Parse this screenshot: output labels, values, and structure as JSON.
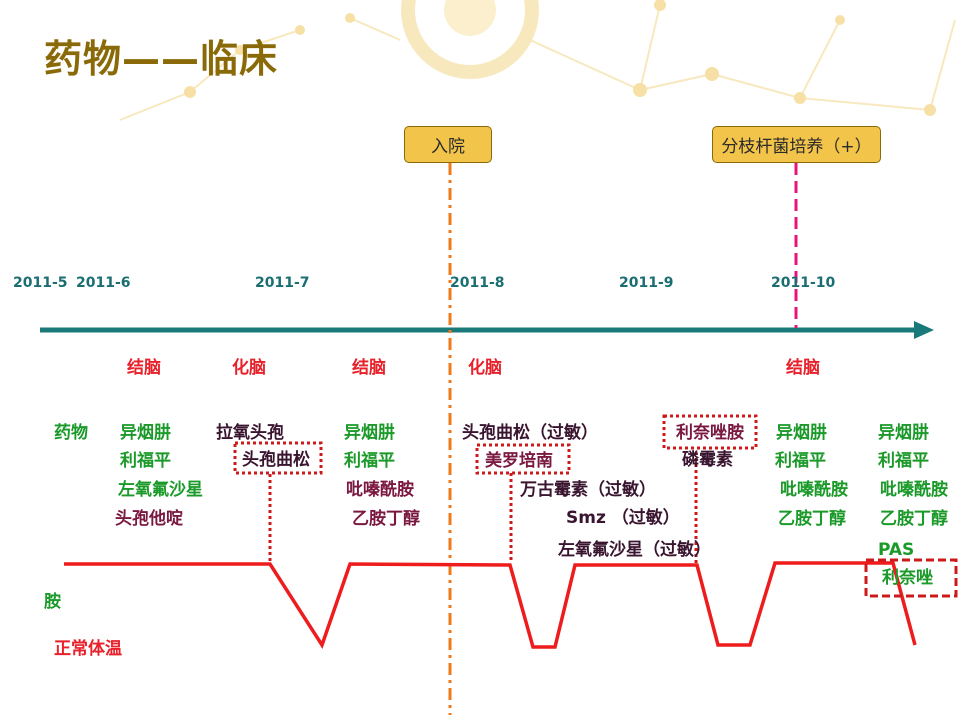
{
  "title": "药物——临床",
  "events": {
    "admission": "入院",
    "culture": "分枝杆菌培养（+）"
  },
  "timeline": {
    "dates": [
      "2011-5",
      "2011-6",
      "2011-7",
      "2011-8",
      "2011-9",
      "2011-10"
    ]
  },
  "phases": [
    "结脑",
    "化脑",
    "结脑",
    "化脑",
    "结脑"
  ],
  "row_labels": {
    "drugs": "药物",
    "amine": "胺",
    "normal_temp": "正常体温"
  },
  "drugs": {
    "g1": [
      "异烟肼",
      "利福平",
      "左氧氟沙星",
      "头孢他啶"
    ],
    "g2": [
      "拉氧头孢",
      "头孢曲松"
    ],
    "g3": [
      "异烟肼",
      "利福平",
      "吡嗪酰胺",
      "乙胺丁醇"
    ],
    "g4": [
      "头孢曲松（过敏）",
      "美罗培南",
      "万古霉素（过敏）",
      "Smz （过敏）",
      "左氧氟沙星（过敏）"
    ],
    "g5": [
      "利奈唑胺",
      "磷霉素"
    ],
    "g6": [
      "异烟肼",
      "利福平",
      "吡嗪酰胺",
      "乙胺丁醇"
    ],
    "g7": [
      "异烟肼",
      "利福平",
      "吡嗪酰胺",
      "乙胺丁醇",
      "PAS",
      "利奈唑"
    ]
  },
  "colors": {
    "title": "#8a6a08",
    "axis": "#1a7a7a",
    "temp_line": "#ee1c1c",
    "admission_line": "#f07a1a",
    "culture_line": "#e6157a",
    "badge": "#f2c44a",
    "drug_green": "#1b9a2a",
    "drug_maroon": "#7a1840",
    "phase_red": "#e8202a"
  }
}
